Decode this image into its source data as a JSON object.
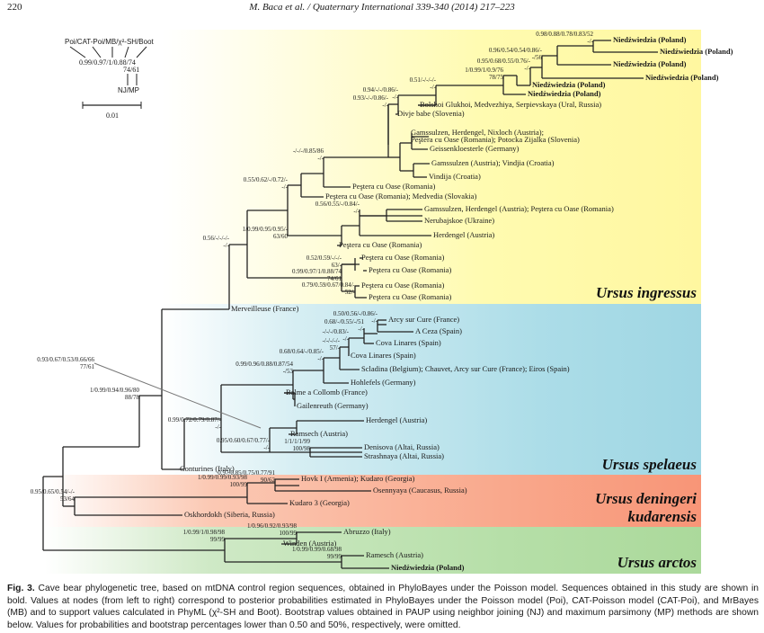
{
  "header": {
    "page_number": "220",
    "journal": "M. Baca et al. / Quaternary International 339-340 (2014) 217–223"
  },
  "legend": {
    "top_label": "Poi/CAT-Poi/MB/χ²-SH/Boot",
    "example_top": "0.99/0.97/1/0.88/74",
    "example_bottom": "74/61",
    "bottom_label": "NJ/MP",
    "scale_label": "0.01"
  },
  "clades": {
    "ingressus": "Ursus ingressus",
    "spelaeus": "Ursus spelaeus",
    "deningeri_1": "Ursus deningeri",
    "deningeri_2": "kudarensis",
    "arctos": "Ursus arctos"
  },
  "colors": {
    "ingressus": "#fff7a0",
    "spelaeus": "#9fd6e3",
    "deningeri": "#f89577",
    "arctos": "#abd99b"
  },
  "leaves": [
    {
      "text": "Niedźwiedzia (Poland)",
      "bold": true
    },
    {
      "text": "Niedźwiedzia (Poland)",
      "bold": true
    },
    {
      "text": "Niedźwiedzia (Poland)",
      "bold": true
    },
    {
      "text": "Niedźwiedzia (Poland)",
      "bold": true
    },
    {
      "text": "Niedźwiedzia (Poland)",
      "bold": true
    },
    {
      "text": "Niedźwiedzia (Poland)",
      "bold": true
    },
    {
      "text": "Bolshoi Glukhoi, Medvezhiya, Serpievskaya (Ural, Russia)",
      "bold": false
    },
    {
      "text": "Divje babe (Slovenia)",
      "bold": false
    },
    {
      "text": "Gamssulzen, Herdengel, Nixloch (Austria);",
      "bold": false
    },
    {
      "text": "Peştera cu Oase (Romania); Potocka Zijalka (Slovenia)",
      "bold": false
    },
    {
      "text": "Geissenkloesterle (Germany)",
      "bold": false
    },
    {
      "text": "Gamssulzen (Austria); Vindjia (Croatia)",
      "bold": false
    },
    {
      "text": "Vindija (Croatia)",
      "bold": false
    },
    {
      "text": "Peştera cu Oase (Romania)",
      "bold": false
    },
    {
      "text": "Peştera cu Oase (Romania); Medvedia (Slovakia)",
      "bold": false
    },
    {
      "text": "Gamssulzen, Herdengel (Austria); Peştera cu Oase (Romania)",
      "bold": false
    },
    {
      "text": "Nerubajskoe (Ukraine)",
      "bold": false
    },
    {
      "text": "Herdengel (Austria)",
      "bold": false
    },
    {
      "text": "Peştera cu Oase (Romania)",
      "bold": false
    },
    {
      "text": "Peştera cu Oase (Romania)",
      "bold": false
    },
    {
      "text": "Peştera cu Oase (Romania)",
      "bold": false
    },
    {
      "text": "Peştera cu Oase (Romania)",
      "bold": false
    },
    {
      "text": "Peştera cu Oase (Romania)",
      "bold": false
    },
    {
      "text": "Merveilleuse (France)",
      "bold": false
    },
    {
      "text": "Arcy sur Cure (France)",
      "bold": false
    },
    {
      "text": "A Ceza (Spain)",
      "bold": false
    },
    {
      "text": "Cova Linares (Spain)",
      "bold": false
    },
    {
      "text": "Cova Linares (Spain)",
      "bold": false
    },
    {
      "text": "Scladina (Belgium); Chauvet, Arcy sur Cure (France); Eiros (Spain)",
      "bold": false
    },
    {
      "text": "Hohlefels (Germany)",
      "bold": false
    },
    {
      "text": "Balme a Collomb (France)",
      "bold": false
    },
    {
      "text": "Gailenreuth (Germany)",
      "bold": false
    },
    {
      "text": "Herdengel (Austria)",
      "bold": false
    },
    {
      "text": "Ramsech (Austria)",
      "bold": false
    },
    {
      "text": "Denisova (Altai, Russia)",
      "bold": false
    },
    {
      "text": "Strashnaya (Altai, Russia)",
      "bold": false
    },
    {
      "text": "Conturines (Italy)",
      "bold": false
    },
    {
      "text": "Hovk I (Armenia); Kudaro (Georgia)",
      "bold": false
    },
    {
      "text": "Osennyaya (Caucasus, Russia)",
      "bold": false
    },
    {
      "text": "Kudaro 3 (Georgia)",
      "bold": false
    },
    {
      "text": "Oskhordokh (Siberia, Russia)",
      "bold": false
    },
    {
      "text": "Abruzzo (Italy)",
      "bold": false
    },
    {
      "text": "Winden (Austria)",
      "bold": false
    },
    {
      "text": "Ramesch (Austria)",
      "bold": false
    },
    {
      "text": "Niedźwiedzia (Poland)",
      "bold": true
    }
  ],
  "nodes": [
    {
      "top": "0.98/0.88/0.78/0.83/52",
      "bottom": "-/-"
    },
    {
      "top": "0.96/0.54/0.54/0.86/-",
      "bottom": "-/56"
    },
    {
      "top": "0.95/0.68/0.55/0.76/-",
      "bottom": "-/-"
    },
    {
      "top": "1/0.99/1/0.9/76",
      "bottom": "78/75"
    },
    {
      "top": "0.51/-/-/-/-",
      "bottom": "-/-"
    },
    {
      "top": "0.94/-/-/0.86/-",
      "bottom": "-/-"
    },
    {
      "top": "0.93/-/-/0.86/-",
      "bottom": "-/-"
    },
    {
      "top": "-/-/-/0.85/86",
      "bottom": "-/-"
    },
    {
      "top": "0.55/0.62/-/0.72/-",
      "bottom": "-/-"
    },
    {
      "top": "0.56/0.55/-/0.84/-",
      "bottom": "-/-"
    },
    {
      "top": "1/0.99/0.95/0.95/-",
      "bottom": "63/60"
    },
    {
      "top": "0.52/0.59/-/-/-",
      "bottom": "63/-"
    },
    {
      "top": "0.99/0.97/1/0.88/74",
      "bottom": "74/61"
    },
    {
      "top": "0.79/0.59/0.67/0.84/-",
      "bottom": "52/-"
    },
    {
      "top": "0.56/-/-/-/-",
      "bottom": "-/-"
    },
    {
      "top": "0.50/0.56/-/0.86/-",
      "bottom": "-/-"
    },
    {
      "top": "0.68/-/0.55/-/51",
      "bottom": "-/-"
    },
    {
      "top": "-/-/-/0.83/-",
      "bottom": "-/-"
    },
    {
      "top": "-/-/-/-/-",
      "bottom": "57/-"
    },
    {
      "top": "0.68/0.64/-/0.85/-",
      "bottom": "-/-"
    },
    {
      "top": "0.99/0.96/0.88/0.87/54",
      "bottom": "-/53"
    },
    {
      "top": "0.93/0.67/0.53/0.66/66",
      "bottom": "77/61"
    },
    {
      "top": "1/0.99/0.94/0.96/80",
      "bottom": "88/78"
    },
    {
      "top": "0.99/0.72/0.79/0.87/-",
      "bottom": "-/-"
    },
    {
      "top": "0.95/0.60/0.67/0.77/-",
      "bottom": "-/-"
    },
    {
      "top": "1/1/1/1/99",
      "bottom": "100/98"
    },
    {
      "top": "0.97/0.85/0.75/0.77/91",
      "bottom": "90/62"
    },
    {
      "top": "1/0.99/0.99/0.93/98",
      "bottom": "100/99"
    },
    {
      "top": "0.95/0.65/0.54/-/-",
      "bottom": "53/64"
    },
    {
      "top": "1/0.96/0.92/0.93/98",
      "bottom": "100/99"
    },
    {
      "top": "1/0.99/1/0.98/98",
      "bottom": "99/99"
    },
    {
      "top": "1/0.99/0.99/0.68/98",
      "bottom": "99/99"
    }
  ],
  "caption": {
    "fig_label": "Fig. 3.",
    "text": " Cave bear phylogenetic tree, based on mtDNA control region sequences, obtained in PhyloBayes under the Poisson model. Sequences obtained in this study are shown in bold. Values at nodes (from left to right) correspond to posterior probabilities estimated in PhyloBayes under the Poisson model (Poi), CAT-Poisson model (CAT-Poi), and MrBayes (MB) and to support values calculated in PhyML (χ²-SH and Boot). Bootstrap values obtained in PAUP using neighbor joining (NJ) and maximum parsimony (MP) methods are shown below. Values for probabilities and bootstrap percentages lower than 0.50 and 50%, respectively, were omitted."
  }
}
